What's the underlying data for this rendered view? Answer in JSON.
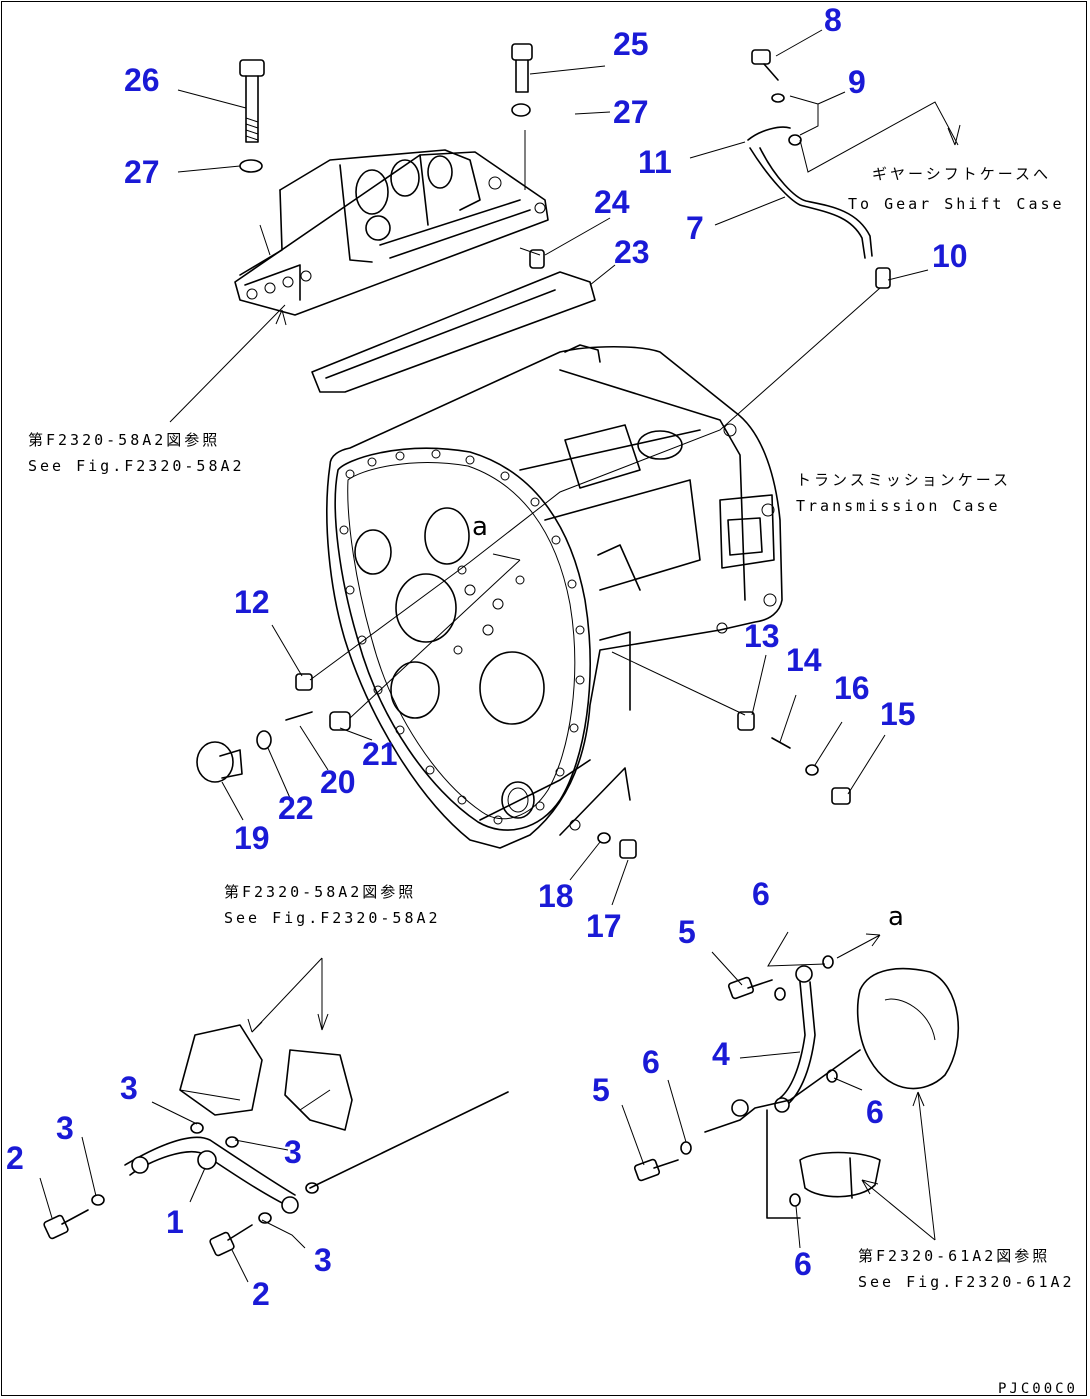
{
  "callouts": {
    "c1": "1",
    "c2a": "2",
    "c2b": "2",
    "c3a": "3",
    "c3b": "3",
    "c3c": "3",
    "c3d": "3",
    "c4": "4",
    "c5a": "5",
    "c5b": "5",
    "c6a": "6",
    "c6b": "6",
    "c6c": "6",
    "c6d": "6",
    "c7": "7",
    "c8": "8",
    "c9": "9",
    "c10": "10",
    "c11": "11",
    "c12": "12",
    "c13": "13",
    "c14": "14",
    "c15": "15",
    "c16": "16",
    "c17": "17",
    "c18": "18",
    "c19": "19",
    "c20": "20",
    "c21": "21",
    "c22": "22",
    "c23": "23",
    "c24": "24",
    "c25": "25",
    "c26": "26",
    "c27a": "27",
    "c27b": "27"
  },
  "notes": {
    "gear_case_jp": "ギヤーシフトケースへ",
    "gear_case_en": "To Gear Shift Case",
    "trans_case_jp": "トランスミッションケース",
    "trans_case_en": "Transmission Case",
    "ref_top_jp": "第F2320-58A2図参照",
    "ref_top_en": "See Fig.F2320-58A2",
    "ref_left_jp": "第F2320-58A2図参照",
    "ref_left_en": "See Fig.F2320-58A2",
    "ref_right_jp": "第F2320-61A2図参照",
    "ref_right_en": "See Fig.F2320-61A2"
  },
  "markers": {
    "a_upper": "a",
    "a_lower": "a"
  },
  "drawing_code": "PJC00C0",
  "colors": {
    "callout": "#1a1ad6",
    "line": "#000000"
  }
}
